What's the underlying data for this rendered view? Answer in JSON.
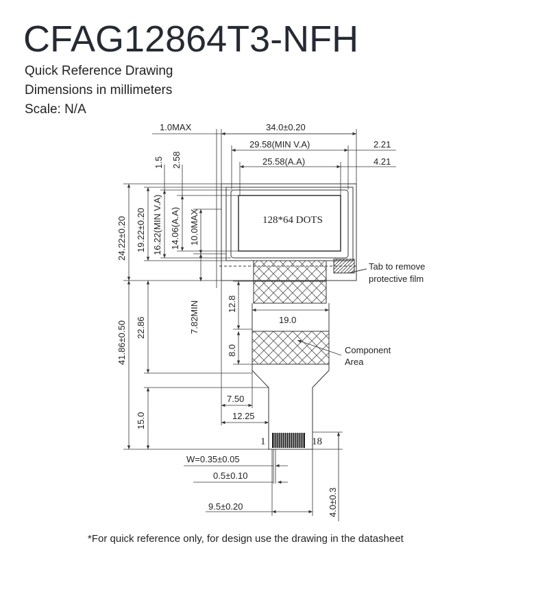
{
  "header": {
    "title": "CFAG12864T3-NFH",
    "subtitle_1": "Quick Reference Drawing",
    "subtitle_2": "Dimensions in millimeters",
    "subtitle_3": "Scale: N/A"
  },
  "dimensions": {
    "d_1_0max": "1.0MAX",
    "d_34": "34.0±0.20",
    "d_29_58": "29.58(MIN V.A)",
    "d_2_21": "2.21",
    "d_25_58": "25.58(A.A)",
    "d_4_21": "4.21",
    "d_1_5": "1.5",
    "d_2_58": "2.58",
    "d_24_22": "24.22±0.20",
    "d_19_22": "19.22±0.20",
    "d_16_22": "16.22(MIN V.A)",
    "d_14_06": "14.06(A.A)",
    "d_10_0": "10.0MAX",
    "d_41_86": "41.86±0.50",
    "d_22_86": "22.86",
    "d_7_82": "7.82MIN",
    "d_12_8": "12.8",
    "d_19_0": "19.0",
    "d_8_0": "8.0",
    "d_15_0": "15.0",
    "d_7_50": "7.50",
    "d_12_25": "12.25",
    "d_w": "W=0.35±0.05",
    "d_0_5": "0.5±0.10",
    "d_9_5": "9.5±0.20",
    "d_4_0": "4.0±0.3"
  },
  "labels": {
    "dots": "128*64 DOTS",
    "tab_line1": "Tab to remove",
    "tab_line2": "protective film",
    "component_line1": "Component",
    "component_line2": "Area",
    "pin_first": "1",
    "pin_last": "18"
  },
  "footnote": "*For quick reference only, for design use the drawing in the datasheet"
}
